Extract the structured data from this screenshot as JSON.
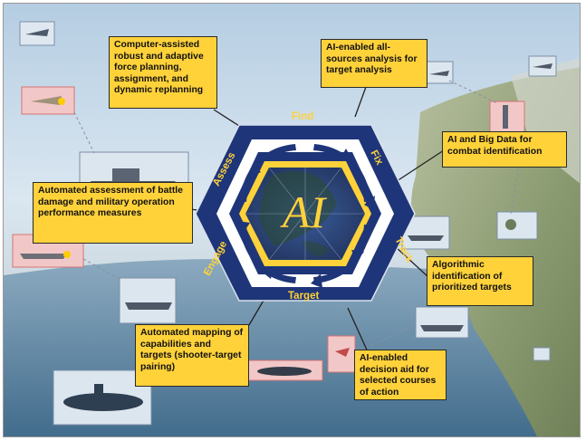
{
  "diagram": {
    "center_label": "AI",
    "phases": [
      {
        "label": "Find"
      },
      {
        "label": "Fix"
      },
      {
        "label": "Track"
      },
      {
        "label": "Target"
      },
      {
        "label": "Engage"
      },
      {
        "label": "Assess"
      }
    ],
    "callouts": [
      {
        "text": "Computer-assisted robust and adaptive force planning, assignment, and dynamic replanning"
      },
      {
        "text": "AI-enabled all-sources analysis for target analysis"
      },
      {
        "text": "AI and Big Data for combat identification"
      },
      {
        "text": "Automated assessment of battle damage and military operation performance measures"
      },
      {
        "text": "Algorithmic identification of prioritized targets"
      },
      {
        "text": "Automated mapping of capabilities and targets (shooter-target pairing)"
      },
      {
        "text": "AI-enabled decision aid for selected courses of action"
      }
    ],
    "colors": {
      "hexagon_outer": "#1f3579",
      "hexagon_inner": "#ffd23a",
      "callout_fill": "#ffd23a",
      "phase_text": "#ffd23a",
      "arrow": "#1f3579",
      "sky": "#c8dcec",
      "sea": "#4e7a9a"
    }
  }
}
